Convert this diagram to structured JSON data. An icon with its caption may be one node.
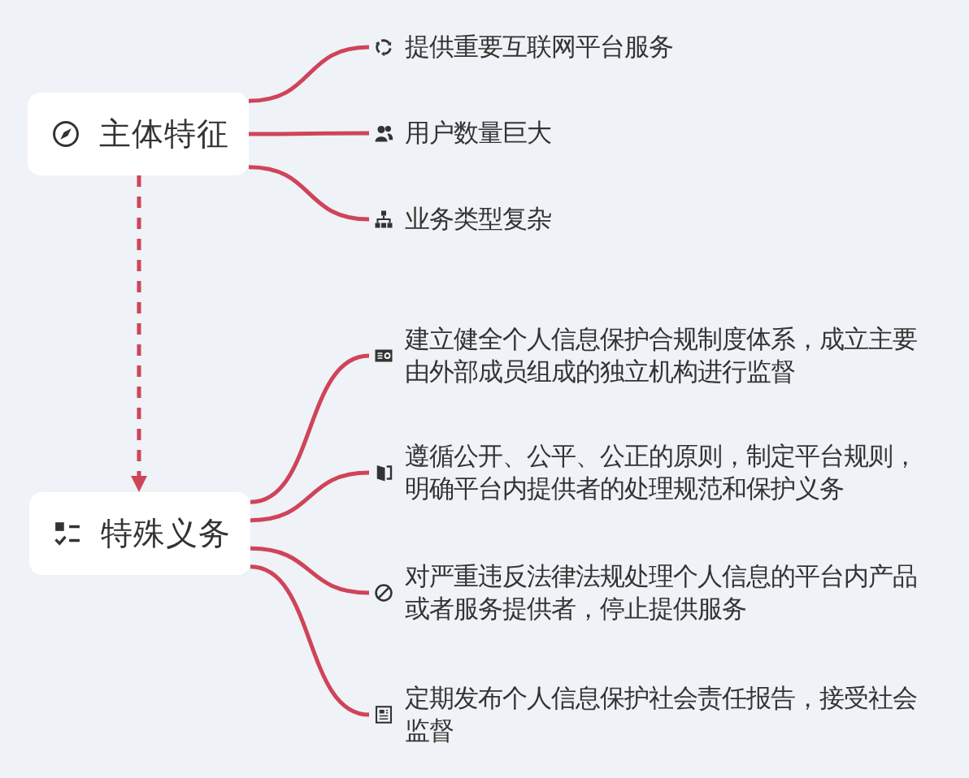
{
  "diagram": {
    "nodes": [
      {
        "text": [
          "主体特征"
        ]
      },
      {
        "text": [
          "提供重要互联网平台服务"
        ]
      },
      {
        "text": [
          "用户数量巨大"
        ]
      },
      {
        "text": [
          "业务类型复杂"
        ]
      },
      {
        "text": [
          "特殊义务"
        ]
      },
      {
        "text": [
          "建立健全个人信息保护合规制度体系，成立主要由外部成员组成的独立机构进行监督"
        ]
      },
      {
        "text": [
          "遵循公开、公平、公正的原则，制定平台规则，明确平台内提供者的处理规范和保护义务"
        ]
      },
      {
        "text": [
          "对严重违反法律法规处理个人信息的平台内产品或者服务提供者，停止提供服务"
        ]
      },
      {
        "text": [
          "定期发布个人信息保护社会责任报告，接受社会监督"
        ]
      }
    ],
    "edges": [
      {
        "from": 0,
        "to": 1,
        "arrow": "none"
      },
      {
        "from": 0,
        "to": 2,
        "arrow": "none"
      },
      {
        "from": 0,
        "to": 3,
        "arrow": "none"
      },
      {
        "from": 0,
        "to": 4,
        "arrow": "to",
        "style": "dashed"
      },
      {
        "from": 4,
        "to": 5,
        "arrow": "none"
      },
      {
        "from": 4,
        "to": 6,
        "arrow": "none"
      },
      {
        "from": 4,
        "to": 7,
        "arrow": "none"
      },
      {
        "from": 4,
        "to": 8,
        "arrow": "none"
      }
    ]
  }
}
